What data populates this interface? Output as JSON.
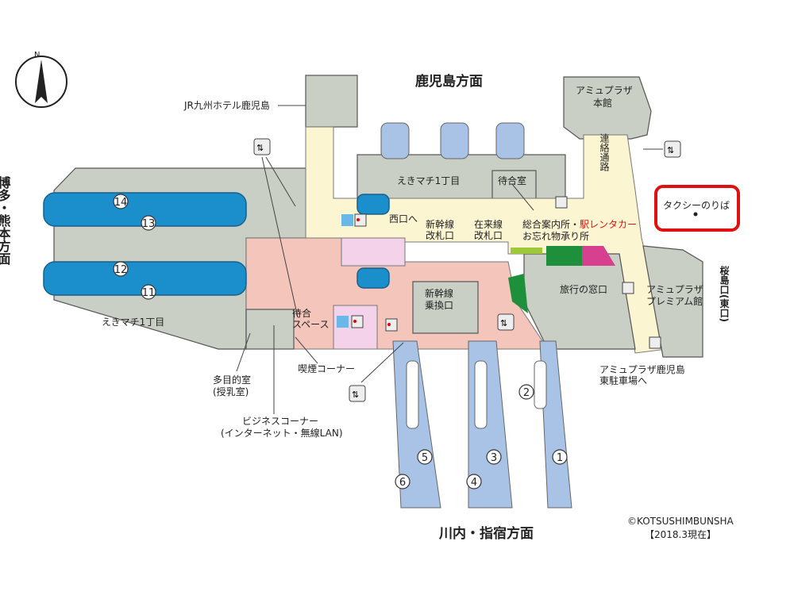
{
  "directions": {
    "north": "鹿児島方面",
    "west": "博多・熊本方面",
    "south": "川内・指宿方面",
    "east": "桜島口(東口)"
  },
  "compass": {
    "label": "N"
  },
  "labels": {
    "hotel": "JR九州ホテル鹿児島",
    "amu_main_1": "アミュプラザ",
    "amu_main_2": "本館",
    "corridor": "連絡通路",
    "ekimachi_n": "えきマチ1丁目",
    "ekimachi_w": "えきマチ1丁目",
    "waiting_room": "待合室",
    "taxi": "タクシーのりば",
    "west_exit": "西口へ",
    "shinkansen_gate_1": "新幹線",
    "shinkansen_gate_2": "改札口",
    "zairai_gate_1": "在来線",
    "zairai_gate_2": "改札口",
    "info_center": "総合案内所・",
    "rent_a_car": "駅レンタカー",
    "lost_found": "お忘れ物承り所",
    "travel_center": "旅行の窓口",
    "amu_premium_1": "アミュプラザ",
    "amu_premium_2": "プレミアム館",
    "transfer_gate_1": "新幹線",
    "transfer_gate_2": "乗換口",
    "waiting_space_1": "待合",
    "waiting_space_2": "スペース",
    "multi_room_1": "多目的室",
    "multi_room_2": "(授乳室)",
    "smoking": "喫煙コーナー",
    "business_1": "ビジネスコーナー",
    "business_2": "(インターネット・無線LAN)",
    "parking_1": "アミュプラザ鹿児島",
    "parking_2": "東駐車場へ"
  },
  "platforms": [
    "14",
    "13",
    "12",
    "11",
    "1",
    "2",
    "3",
    "4",
    "5",
    "6"
  ],
  "footer": {
    "copyright": "©KOTSUSHIMBUNSHA",
    "date": "【2018.3現在】"
  },
  "colors": {
    "highlight": "#e01010",
    "platform_blue": "#1b8fcc",
    "track_blue": "#a9c3e6",
    "concourse_pink": "#f4c5bb",
    "corridor_cream": "#fbf5d2",
    "building_grey": "#c9cfc5"
  }
}
